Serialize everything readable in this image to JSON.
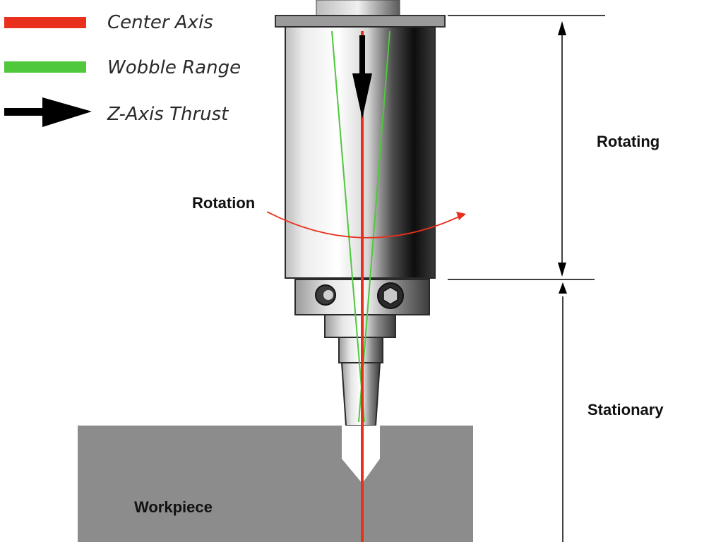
{
  "legend": {
    "center_axis": "Center Axis",
    "wobble_range": "Wobble Range",
    "z_axis_thrust": "Z-Axis Thrust"
  },
  "labels": {
    "rotating": "Rotating",
    "stationary": "Stationary",
    "rotation": "Rotation",
    "workpiece": "Workpiece"
  },
  "colors": {
    "center_axis": "#e8301c",
    "wobble_range": "#4fc83c",
    "thrust_arrow": "#000000",
    "workpiece": "#8c8c8c",
    "rotation_arrow": "#e8301c"
  },
  "icons": {
    "thrust": "arrow-right-icon",
    "screw_round": "round-screw-icon",
    "screw_hex": "hex-socket-screw-icon"
  }
}
